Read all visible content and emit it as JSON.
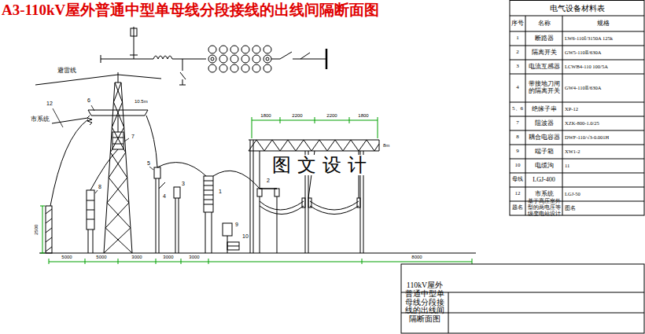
{
  "diagram": {
    "title": "A3-110kV屋外普通中型单母线分段接线的出线间隔断面图",
    "labels": [
      "避雷线",
      "市系统",
      "12",
      "6",
      "10.5m",
      "7",
      "5",
      "8",
      "4",
      "3",
      "1",
      "2",
      "9",
      "10",
      "8m",
      "1800",
      "2200",
      "2200",
      "1800",
      "5000",
      "5000",
      "3000",
      "3000",
      "3000",
      "8000",
      "2500",
      "图文设计",
      "电气设备材料表",
      "序号",
      "名称",
      "规格",
      "1",
      "断路器",
      "LW6-110Ⅰ/3150A 125k",
      "2",
      "隔离开关",
      "GW5-110Ⅱ/630A",
      "3",
      "电流互感器",
      "LCWB4-110 100/5A",
      "4",
      "带接地刀闸的隔离开关",
      "GW4-110Ⅱ/630A",
      "5、6",
      "绝缘子串",
      "XP-12",
      "7",
      "阻波器",
      "XZK-800-1.0/25",
      "8",
      "耦合电容器",
      "DWF-110/√3-0.001H",
      "9",
      "端子箱",
      "XW1-2",
      "10",
      "电缆沟",
      "11",
      "母线",
      "LGJ-400",
      "12",
      "市系统",
      "LGJ-50",
      "题名",
      "基于高压室外型的两电压等级变电站设计",
      "图名",
      "110kV屋外普通中型单母线分段接线的出线间隔断面图"
    ]
  }
}
